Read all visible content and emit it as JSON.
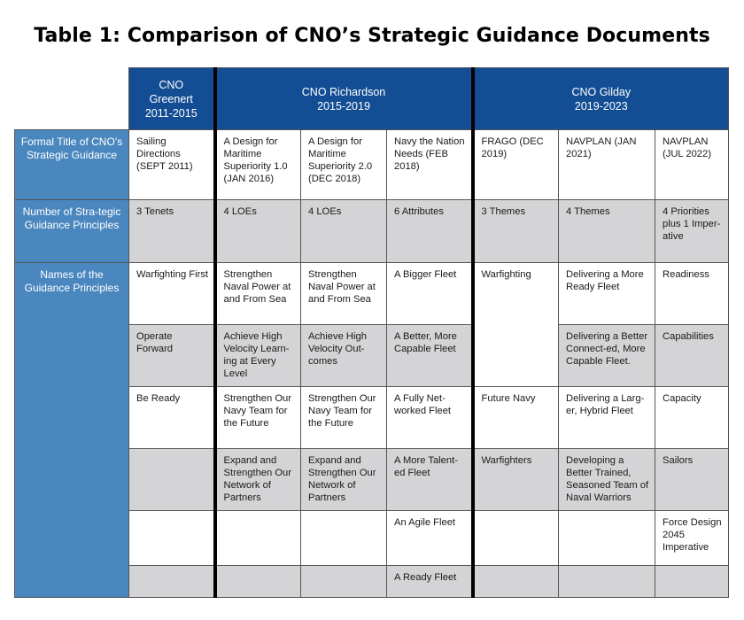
{
  "title": "Table 1: Comparison of CNO’s Strategic Guidance Documents",
  "groups": {
    "greenert": {
      "line1": "CNO",
      "line2": "Greenert",
      "line3": "2011-2015"
    },
    "richardson": {
      "line1": "CNO Richardson",
      "line2": "2015-2019"
    },
    "gilday": {
      "line1": "CNO Gilday",
      "line2": "2019-2023"
    }
  },
  "row_headers": {
    "formal_title": "Formal Title of CNO’s Strategic Guidance",
    "number": "Number of Stra-tegic Guidance Principles",
    "names": "Names of the Guidance Principles"
  },
  "formal_titles": [
    "Sailing Directions (SEPT 2011)",
    "A Design for Maritime Superiority 1.0 (JAN 2016)",
    "A Design for Maritime Superiority 2.0 (DEC 2018)",
    "Navy the Nation Needs (FEB 2018)",
    "FRAGO (DEC 2019)",
    "NAVPLAN (JAN 2021)",
    "NAVPLAN (JUL 2022)"
  ],
  "counts": [
    "3 Tenets",
    "4 LOEs",
    "4 LOEs",
    "6 Attributes",
    "3 Themes",
    "4 Themes",
    "4 Priorities plus 1 Imper-ative"
  ],
  "principles": {
    "r1": [
      "Warfighting First",
      "Strengthen Naval Power at and From Sea",
      "Strengthen Naval Power at and From Sea",
      "A Bigger Fleet",
      "Warfighting",
      "Delivering a More Ready Fleet",
      "Readiness"
    ],
    "r2": [
      "Operate Forward",
      "Achieve High Velocity Learn-ing at Every Level",
      "Achieve High Velocity Out-comes",
      "A Better, More Capable Fleet",
      "Delivering a Better Connect-ed, More Capable Fleet.",
      "Capabilities"
    ],
    "r3": [
      "Be Ready",
      "Strengthen Our Navy Team for the Future",
      "Strengthen Our Navy Team for the Future",
      "A Fully Net-worked Fleet",
      "Future Navy",
      "Delivering a Larg-er, Hybrid Fleet",
      "Capacity"
    ],
    "r4": [
      "",
      "Expand and Strengthen Our Network of Partners",
      "Expand and Strengthen Our Network of Partners",
      "A More Talent-ed Fleet",
      "Warfighters",
      "Developing a Better Trained, Seasoned Team of Naval Warriors",
      "Sailors"
    ],
    "r5": [
      "",
      "",
      "",
      "An Agile Fleet",
      "",
      "",
      "Force Design 2045 Imperative"
    ],
    "r6": [
      "",
      "",
      "",
      "A Ready Fleet",
      "",
      "",
      ""
    ]
  },
  "colors": {
    "header_blue": "#134e94",
    "row_header_blue": "#4a87bf",
    "shade_gray": "#d4d4d6"
  }
}
